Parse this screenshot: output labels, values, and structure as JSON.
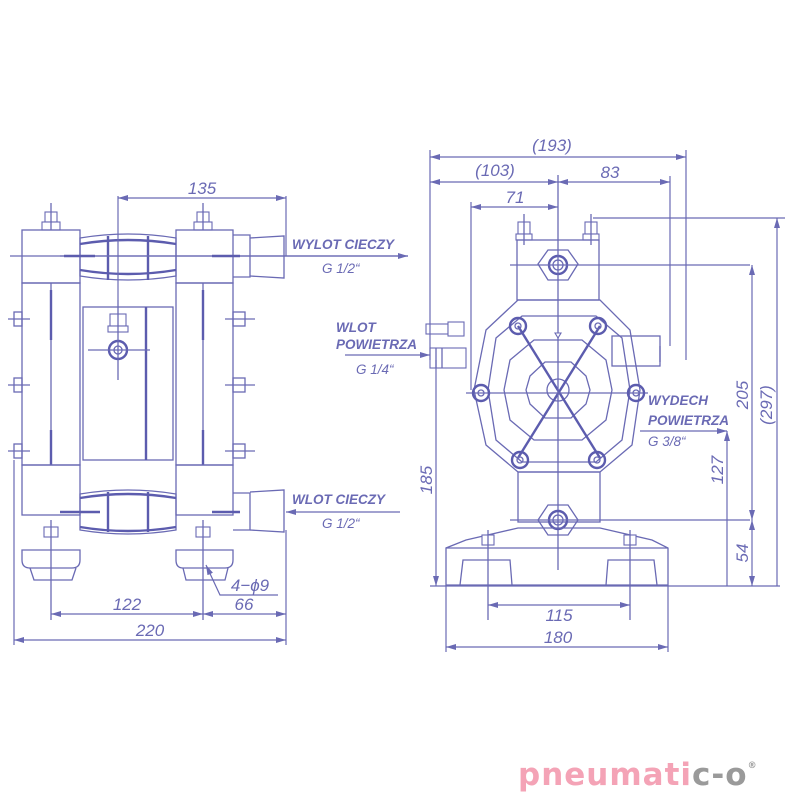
{
  "colors": {
    "line": "#6a6ab4",
    "logo_pink": "#f4a3b6",
    "logo_grey": "#9a9a9a",
    "background": "#ffffff"
  },
  "side_view": {
    "dimensions": {
      "top_width": "135",
      "bolt_spacing": "122",
      "bolt_to_end": "66",
      "overall_width": "220",
      "mounting_holes": "4−ϕ9"
    },
    "labels": {
      "outlet_title": "WYLOT CIECZY",
      "outlet_thread": "G 1/2“",
      "inlet_title": "WLOT CIECZY",
      "inlet_thread": "G 1/2“"
    }
  },
  "front_view": {
    "dimensions": {
      "overall_width": "(193)",
      "left_to_center": "(103)",
      "center_to_right": "83",
      "center_offset": "71",
      "base_width": "180",
      "base_bolt_spacing": "115",
      "air_inlet_height": "185",
      "outlet_height": "205",
      "overall_height": "(297)",
      "exhaust_height": "127",
      "inlet_height": "54"
    },
    "labels": {
      "air_inlet_line1": "WLOT",
      "air_inlet_line2": "POWIETRZA",
      "air_inlet_thread": "G 1/4“",
      "exhaust_line1": "WYDECH",
      "exhaust_line2": "POWIETRZA",
      "exhaust_thread": "G 3/8“"
    }
  },
  "logo": {
    "part1": "pneumati",
    "part2": "c-o",
    "registered": "®"
  }
}
